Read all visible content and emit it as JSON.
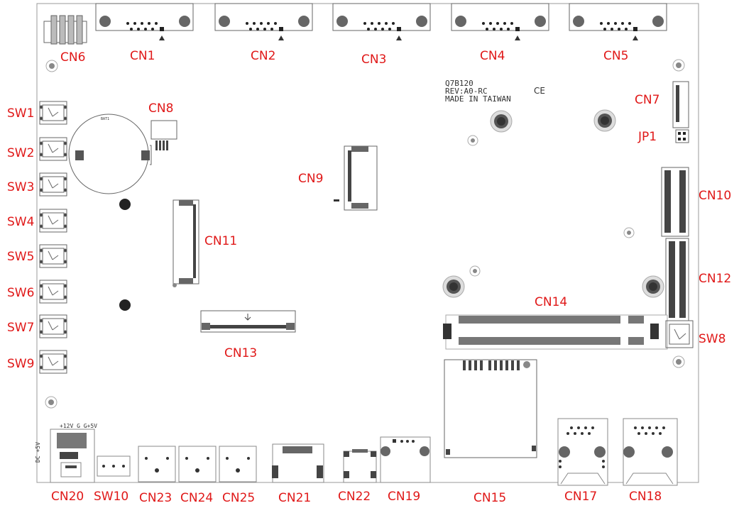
{
  "board": {
    "silkscreen": {
      "model": "Q7B120",
      "revision": "REV:A0-RC",
      "origin": "MADE IN TAIWAN",
      "ce_mark": "CE",
      "battery": "BAT1",
      "power_pins": "+12V G G+5V",
      "dc_label": "DC +5V"
    },
    "labels": {
      "cn1": "CN1",
      "cn2": "CN2",
      "cn3": "CN3",
      "cn4": "CN4",
      "cn5": "CN5",
      "cn6": "CN6",
      "cn7": "CN7",
      "cn8": "CN8",
      "cn9": "CN9",
      "cn10": "CN10",
      "cn11": "CN11",
      "cn12": "CN12",
      "cn13": "CN13",
      "cn14": "CN14",
      "cn15": "CN15",
      "cn17": "CN17",
      "cn18": "CN18",
      "cn19": "CN19",
      "cn20": "CN20",
      "cn21": "CN21",
      "cn22": "CN22",
      "cn23": "CN23",
      "cn24": "CN24",
      "cn25": "CN25",
      "sw1": "SW1",
      "sw2": "SW2",
      "sw3": "SW3",
      "sw4": "SW4",
      "sw5": "SW5",
      "sw6": "SW6",
      "sw7": "SW7",
      "sw8": "SW8",
      "sw9": "SW9",
      "sw10": "SW10",
      "jp1": "JP1"
    }
  }
}
